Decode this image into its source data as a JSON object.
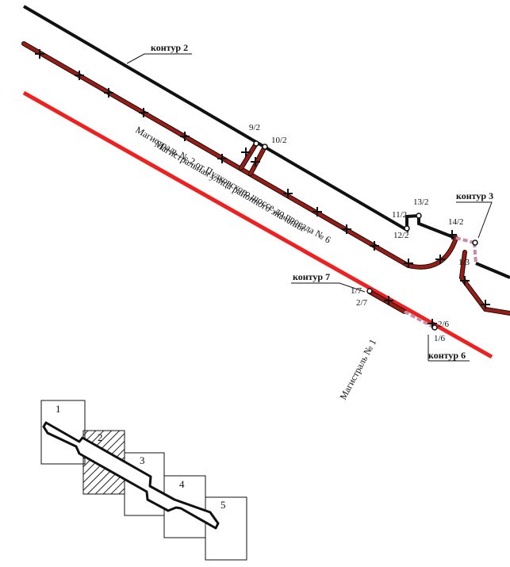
{
  "colors": {
    "black_line": "#111111",
    "dark_red": "#9b1c14",
    "bright_red": "#ee2020",
    "pink_dash": "#c98aa6",
    "hatch": "#222222"
  },
  "contours": {
    "k2": "контур 2",
    "k3": "контур 3",
    "k6": "контур 6",
    "k7": "контур 7"
  },
  "points": {
    "p9_2": "9/2",
    "p10_2": "10/2",
    "p11_2": "11/2",
    "p12_2": "12/2",
    "p13_2": "13/2",
    "p14_2": "14/2",
    "p1_3": "1/3",
    "p1_7": "1/7",
    "p2_7": "2/7",
    "p2_6": "2/6",
    "p1_6": "1/6"
  },
  "roads": {
    "line1": "Магистраль № 2 от Пулковского шоссе до проезда № 6",
    "line2": "Магистральная улица районного значения",
    "mag1": "Магистраль № 1"
  },
  "sheets": [
    "1",
    "2",
    "3",
    "4",
    "5"
  ]
}
